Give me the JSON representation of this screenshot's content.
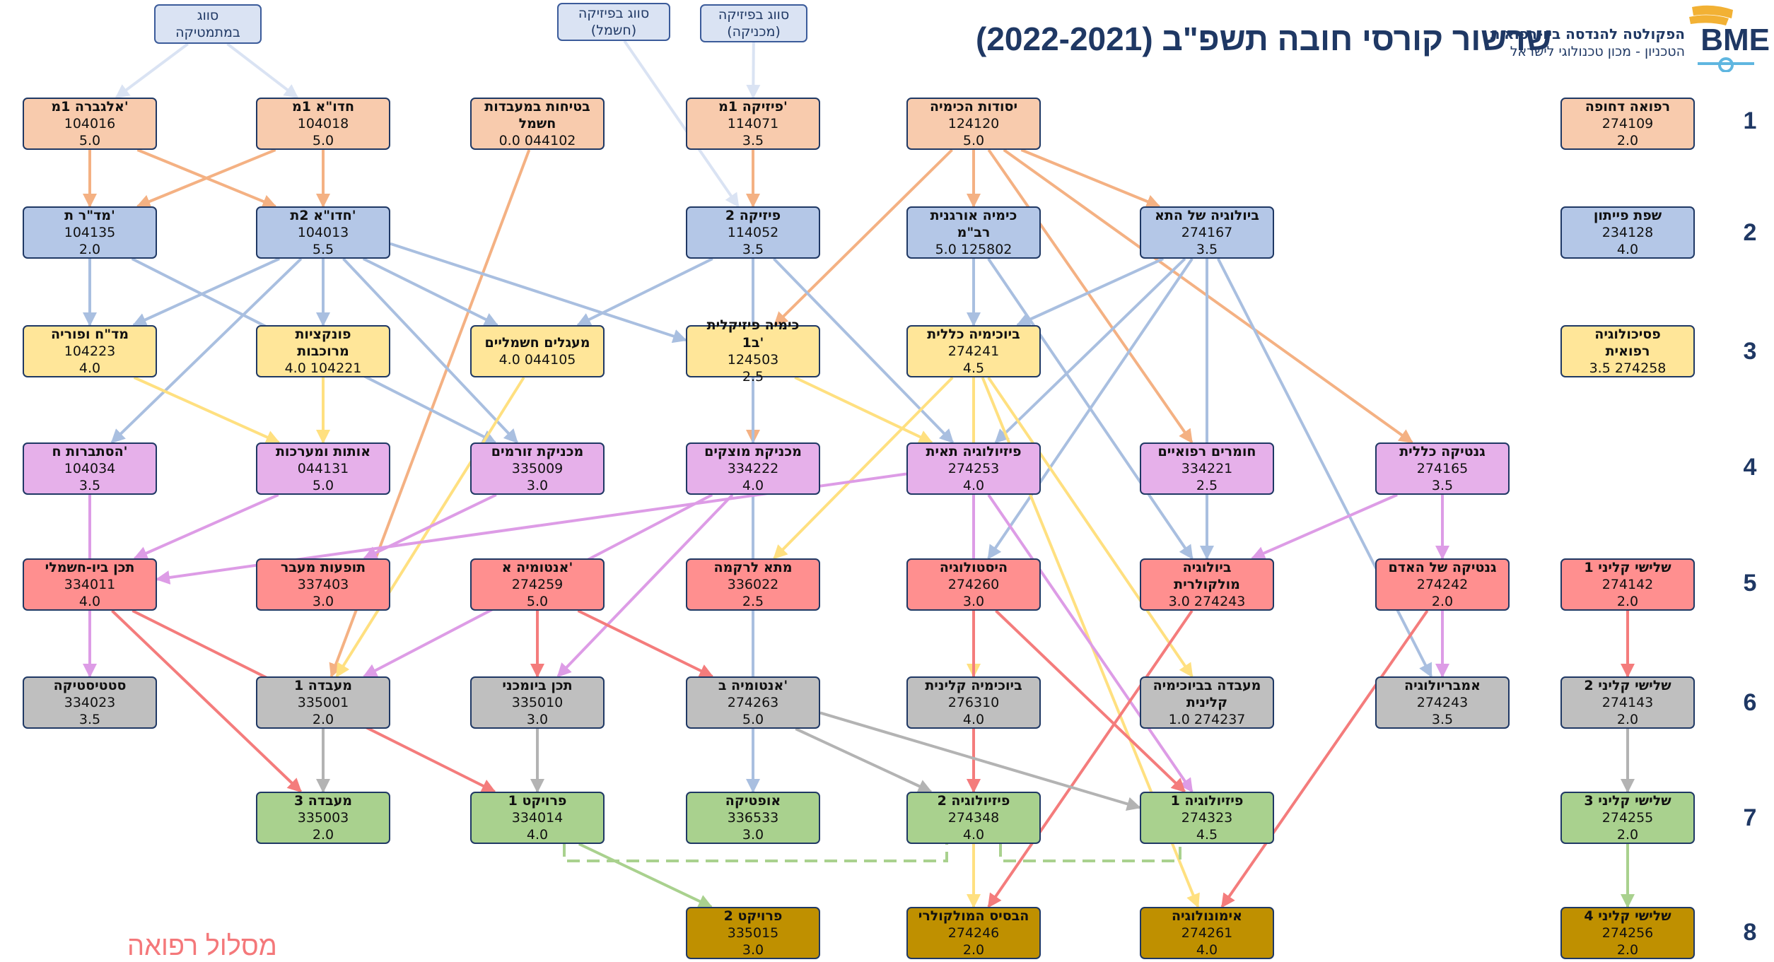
{
  "title": "שרשור קורסי חובה תשפ\"ב (2022-2021)",
  "logo": {
    "faculty": "הפקולטה להנדסה ביו-רפואית",
    "institute": "הטכניון - מכון טכנולוגי לישראל",
    "brand": "BME"
  },
  "track": "מסלול רפואה",
  "row_numbers": [
    "1",
    "2",
    "3",
    "4",
    "5",
    "6",
    "7",
    "8"
  ],
  "colors": {
    "row1": "#f8cbad",
    "row2": "#b4c7e7",
    "row3": "#ffe699",
    "row4": "#e6b0ea",
    "row5": "#ff8f8f",
    "row6": "#bfbfbf",
    "row7": "#a9d18e",
    "row8": "#bf9000",
    "placement": "#dae3f3",
    "dashed_link": "#a9d18e"
  },
  "placement_nodes": [
    {
      "id": "p_math",
      "lines": [
        "סווג",
        "במתמטיקה"
      ]
    },
    {
      "id": "p_phys_e",
      "lines": [
        "סווג בפיזיקה",
        "(חשמל)"
      ]
    },
    {
      "id": "p_phys_m",
      "lines": [
        "סווג בפיזיקה",
        "(מכניקה)"
      ]
    }
  ],
  "courses": [
    {
      "id": "n104016",
      "name": "אלגברה 1מ'",
      "number": "104016",
      "credits": "5.0",
      "row": 1
    },
    {
      "id": "n104018",
      "name": "חדו\"א 1מ",
      "number": "104018",
      "credits": "5.0",
      "row": 1
    },
    {
      "id": "n044102",
      "name": "בטיחות במעבדות",
      "name2": "חשמל",
      "number": "044102",
      "credits": "0.0",
      "row": 1,
      "combined": "0.0 044102"
    },
    {
      "id": "n114071",
      "name": "פיזיקה 1מ'",
      "number": "114071",
      "credits": "3.5",
      "row": 1
    },
    {
      "id": "n124120",
      "name": "יסודות הכימיה",
      "number": "124120",
      "credits": "5.0",
      "row": 1
    },
    {
      "id": "n274109",
      "name": "רפואה דחופה",
      "number": "274109",
      "credits": "2.0",
      "row": 1
    },
    {
      "id": "n104135",
      "name": "מד\"ר ת'",
      "number": "104135",
      "credits": "2.0",
      "row": 2
    },
    {
      "id": "n104013",
      "name": "חדו\"א 2ת'",
      "number": "104013",
      "credits": "5.5",
      "row": 2
    },
    {
      "id": "n114052",
      "name": "פיזיקה 2",
      "number": "114052",
      "credits": "3.5",
      "row": 2
    },
    {
      "id": "n125802",
      "name": "כימיה אורגנית",
      "name2": "רב\"מ",
      "number": "125802",
      "credits": "5.0",
      "row": 2,
      "combined": "5.0 125802"
    },
    {
      "id": "n274167",
      "name": "ביולוגיה של התא",
      "number": "274167",
      "credits": "3.5",
      "row": 2
    },
    {
      "id": "n234128",
      "name": "שפת פייתון",
      "number": "234128",
      "credits": "4.0",
      "row": 2
    },
    {
      "id": "n104223",
      "name": "מד\"ח ופוריה",
      "number": "104223",
      "credits": "4.0",
      "row": 3
    },
    {
      "id": "n104221",
      "name": "פונקציות",
      "name2": "מרוכבות",
      "number": "104221",
      "credits": "4.0",
      "row": 3,
      "combined": "4.0 104221"
    },
    {
      "id": "n044105",
      "name": "מעגלים חשמליים",
      "number": "044105",
      "credits": "4.0",
      "row": 3,
      "combined": "4.0  044105"
    },
    {
      "id": "n124503",
      "name": "כימיה פיזיקלית",
      "name2": "1ב'",
      "number": "124503",
      "credits": "2.5",
      "row": 3
    },
    {
      "id": "n274241",
      "name": "ביוכימיה כללית",
      "number": "274241",
      "credits": "4.5",
      "row": 3
    },
    {
      "id": "n274258",
      "name": "פסיכולוגיה",
      "name2": "רפואית",
      "number": "274258",
      "credits": "3.5",
      "row": 3,
      "combined": "3.5 274258"
    },
    {
      "id": "n104034",
      "name": "הסתברות ח'",
      "number": "104034",
      "credits": "3.5",
      "row": 4
    },
    {
      "id": "n044131",
      "name": "אותות ומערכות",
      "number": "044131",
      "credits": "5.0",
      "row": 4
    },
    {
      "id": "n335009",
      "name": "מכניקת זורמים",
      "number": "335009",
      "credits": "3.0",
      "row": 4
    },
    {
      "id": "n334222",
      "name": "מכניקת מוצקים",
      "number": "334222",
      "credits": "4.0",
      "row": 4
    },
    {
      "id": "n274253",
      "name": "פיזיולוגיה תאית",
      "number": "274253",
      "credits": "4.0",
      "row": 4
    },
    {
      "id": "n334221",
      "name": "חומרים רפואיים",
      "number": "334221",
      "credits": "2.5",
      "row": 4
    },
    {
      "id": "n274165",
      "name": "גנטיקה כללית",
      "number": "274165",
      "credits": "3.5",
      "row": 4
    },
    {
      "id": "n334011",
      "name": "תכן ביו-חשמלי",
      "number": "334011",
      "credits": "4.0",
      "row": 5
    },
    {
      "id": "n337403",
      "name": "תופעות מעבר",
      "number": "337403",
      "credits": "3.0",
      "row": 5
    },
    {
      "id": "n274259",
      "name": "אנטומיה א'",
      "number": "274259",
      "credits": "5.0",
      "row": 5
    },
    {
      "id": "n336022",
      "name": "מתא לרקמה",
      "number": "336022",
      "credits": "2.5",
      "row": 5
    },
    {
      "id": "n274260",
      "name": "היסטולוגיה",
      "number": "274260",
      "credits": "3.0",
      "row": 5
    },
    {
      "id": "n274243",
      "name": "ביולוגיה",
      "name2": "מולקולרית",
      "number": "274243",
      "credits": "3.0",
      "row": 5,
      "combined": "3.0 274243"
    },
    {
      "id": "n274242",
      "name": "גנטיקה של האדם",
      "number": "274242",
      "credits": "2.0",
      "row": 5
    },
    {
      "id": "n274142",
      "name": "שלישי קליני 1",
      "number": "274142",
      "credits": "2.0",
      "row": 5
    },
    {
      "id": "n334023",
      "name": "סטטיסטיקה",
      "number": "334023",
      "credits": "3.5",
      "row": 6
    },
    {
      "id": "n335001",
      "name": "מעבדה 1",
      "number": "335001",
      "credits": "2.0",
      "row": 6
    },
    {
      "id": "n335010",
      "name": "תכן ביומכני",
      "number": "335010",
      "credits": "3.0",
      "row": 6
    },
    {
      "id": "n274263",
      "name": "אנטומיה ב'",
      "number": "274263",
      "credits": "5.0",
      "row": 6
    },
    {
      "id": "n276310",
      "name": "ביוכימיה קלינית",
      "number": "276310",
      "credits": "4.0",
      "row": 6
    },
    {
      "id": "n274237",
      "name": "מעבדה בביוכימיה",
      "name2": "קלינית",
      "number": "274237",
      "credits": "1.0",
      "row": 6,
      "combined": "1.0 274237"
    },
    {
      "id": "n274244",
      "name": "אמבריולוגיה",
      "number": "274243",
      "credits": "3.5",
      "row": 6
    },
    {
      "id": "n274143",
      "name": "שלישי קליני 2",
      "number": "274143",
      "credits": "2.0",
      "row": 6
    },
    {
      "id": "n335003",
      "name": "מעבדה 3",
      "number": "335003",
      "credits": "2.0",
      "row": 7
    },
    {
      "id": "n334014",
      "name": "פרויקט 1",
      "number": "334014",
      "credits": "4.0",
      "row": 7
    },
    {
      "id": "n336533",
      "name": "אופטיקה",
      "number": "336533",
      "credits": "3.0",
      "row": 7
    },
    {
      "id": "n274348",
      "name": "פיזיולוגיה 2",
      "number": "274348",
      "credits": "4.0",
      "row": 7
    },
    {
      "id": "n274323",
      "name": "פיזיולוגיה 1",
      "number": "274323",
      "credits": "4.5",
      "row": 7
    },
    {
      "id": "n274255",
      "name": "שלישי קליני 3",
      "number": "274255",
      "credits": "2.0",
      "row": 7
    },
    {
      "id": "n335015",
      "name": "פרויקט 2",
      "number": "335015",
      "credits": "3.0",
      "row": 8
    },
    {
      "id": "n274246",
      "name": "הבסיס המולקולרי",
      "number": "274246",
      "credits": "2.0",
      "row": 8
    },
    {
      "id": "n274261",
      "name": "אימונולוגיה",
      "number": "274261",
      "credits": "4.0",
      "row": 8
    },
    {
      "id": "n274256",
      "name": "שלישי קליני 4",
      "number": "274256",
      "credits": "2.0",
      "row": 8
    }
  ],
  "links": [
    {
      "from": "p_math",
      "to": "n104016",
      "color": "#dae3f3"
    },
    {
      "from": "p_math",
      "to": "n104018",
      "color": "#dae3f3"
    },
    {
      "from": "p_phys_e",
      "to": "n114052",
      "color": "#dae3f3"
    },
    {
      "from": "p_phys_m",
      "to": "n114071",
      "color": "#dae3f3"
    },
    {
      "from": "n104016",
      "to": "n104135",
      "color": "#f4b183"
    },
    {
      "from": "n104016",
      "to": "n104013",
      "color": "#f4b183"
    },
    {
      "from": "n104018",
      "to": "n104135",
      "color": "#f4b183"
    },
    {
      "from": "n104018",
      "to": "n104013",
      "color": "#f4b183"
    },
    {
      "from": "n044102",
      "to": "n335001",
      "color": "#f4b183"
    },
    {
      "from": "n114071",
      "to": "n114052",
      "color": "#f4b183"
    },
    {
      "from": "n114071",
      "to": "n334222",
      "color": "#f4b183"
    },
    {
      "from": "n124120",
      "to": "n125802",
      "color": "#f4b183"
    },
    {
      "from": "n124120",
      "to": "n274167",
      "color": "#f4b183"
    },
    {
      "from": "n124120",
      "to": "n124503",
      "color": "#f4b183"
    },
    {
      "from": "n124120",
      "to": "n334221",
      "color": "#f4b183"
    },
    {
      "from": "n124120",
      "to": "n274165",
      "color": "#f4b183"
    },
    {
      "from": "n104013",
      "to": "n104223",
      "color": "#a9bfe0"
    },
    {
      "from": "n104013",
      "to": "n104221",
      "color": "#a9bfe0"
    },
    {
      "from": "n104013",
      "to": "n044105",
      "color": "#a9bfe0"
    },
    {
      "from": "n104013",
      "to": "n124503",
      "color": "#a9bfe0"
    },
    {
      "from": "n104013",
      "to": "n104034",
      "color": "#a9bfe0"
    },
    {
      "from": "n104013",
      "to": "n335009",
      "color": "#a9bfe0"
    },
    {
      "from": "n104135",
      "to": "n104223",
      "color": "#a9bfe0"
    },
    {
      "from": "n104135",
      "to": "n335009",
      "color": "#a9bfe0"
    },
    {
      "from": "n114052",
      "to": "n044105",
      "color": "#a9bfe0"
    },
    {
      "from": "n114052",
      "to": "n274253",
      "color": "#a9bfe0"
    },
    {
      "from": "n114052",
      "to": "n336533",
      "color": "#a9bfe0"
    },
    {
      "from": "n125802",
      "to": "n274243",
      "color": "#a9bfe0"
    },
    {
      "from": "n274167",
      "to": "n274241",
      "color": "#a9bfe0"
    },
    {
      "from": "n274167",
      "to": "n274253",
      "color": "#a9bfe0"
    },
    {
      "from": "n274167",
      "to": "n274260",
      "color": "#a9bfe0"
    },
    {
      "from": "n274167",
      "to": "n274243",
      "color": "#a9bfe0"
    },
    {
      "from": "n274167",
      "to": "n274244",
      "color": "#a9bfe0"
    },
    {
      "from": "n125802",
      "to": "n274241",
      "color": "#a9bfe0"
    },
    {
      "from": "n104223",
      "to": "n044131",
      "color": "#ffe080"
    },
    {
      "from": "n104221",
      "to": "n044131",
      "color": "#ffe080"
    },
    {
      "from": "n044105",
      "to": "n335001",
      "color": "#ffe080"
    },
    {
      "from": "n124503",
      "to": "n274253",
      "color": "#ffe080"
    },
    {
      "from": "n274241",
      "to": "n336022",
      "color": "#ffe080"
    },
    {
      "from": "n274241",
      "to": "n276310",
      "color": "#ffe080"
    },
    {
      "from": "n274241",
      "to": "n274237",
      "color": "#ffe080"
    },
    {
      "from": "n274241",
      "to": "n274246",
      "color": "#ffe080"
    },
    {
      "from": "n274241",
      "to": "n274261",
      "color": "#ffe080"
    },
    {
      "from": "n104034",
      "to": "n334023",
      "color": "#dd9ce6"
    },
    {
      "from": "n044131",
      "to": "n334011",
      "color": "#dd9ce6"
    },
    {
      "from": "n335009",
      "to": "n337403",
      "color": "#dd9ce6"
    },
    {
      "from": "n334222",
      "to": "n335010",
      "color": "#dd9ce6"
    },
    {
      "from": "n334222",
      "to": "n335001",
      "color": "#dd9ce6"
    },
    {
      "from": "n274253",
      "to": "n334011",
      "color": "#dd9ce6"
    },
    {
      "from": "n274253",
      "to": "n274348",
      "color": "#dd9ce6"
    },
    {
      "from": "n274253",
      "to": "n274323",
      "color": "#dd9ce6"
    },
    {
      "from": "n274165",
      "to": "n274242",
      "color": "#dd9ce6"
    },
    {
      "from": "n274165",
      "to": "n274243",
      "color": "#dd9ce6"
    },
    {
      "from": "n274165",
      "to": "n274244",
      "color": "#dd9ce6"
    },
    {
      "from": "n334011",
      "to": "n335003",
      "color": "#f47c7c"
    },
    {
      "from": "n334011",
      "to": "n334014",
      "color": "#f47c7c"
    },
    {
      "from": "n274259",
      "to": "n335010",
      "color": "#f47c7c"
    },
    {
      "from": "n274259",
      "to": "n274263",
      "color": "#f47c7c"
    },
    {
      "from": "n274260",
      "to": "n274323",
      "color": "#f47c7c"
    },
    {
      "from": "n274260",
      "to": "n274348",
      "color": "#f47c7c"
    },
    {
      "from": "n274243",
      "to": "n274246",
      "color": "#f47c7c"
    },
    {
      "from": "n274242",
      "to": "n274261",
      "color": "#f47c7c"
    },
    {
      "from": "n274142",
      "to": "n274143",
      "color": "#f47c7c"
    },
    {
      "from": "n335001",
      "to": "n335003",
      "color": "#b3b3b3"
    },
    {
      "from": "n335010",
      "to": "n334014",
      "color": "#b3b3b3"
    },
    {
      "from": "n274263",
      "to": "n274348",
      "color": "#b3b3b3"
    },
    {
      "from": "n274263",
      "to": "n274323",
      "color": "#b3b3b3"
    },
    {
      "from": "n274143",
      "to": "n274255",
      "color": "#b3b3b3"
    },
    {
      "from": "n334014",
      "to": "n335015",
      "color": "#a9d18e"
    },
    {
      "from": "n274255",
      "to": "n274256",
      "color": "#a9d18e"
    }
  ],
  "dashed_links": [
    {
      "from": "n334014",
      "to": "n274348"
    },
    {
      "from": "n274348",
      "to": "n274323"
    }
  ]
}
